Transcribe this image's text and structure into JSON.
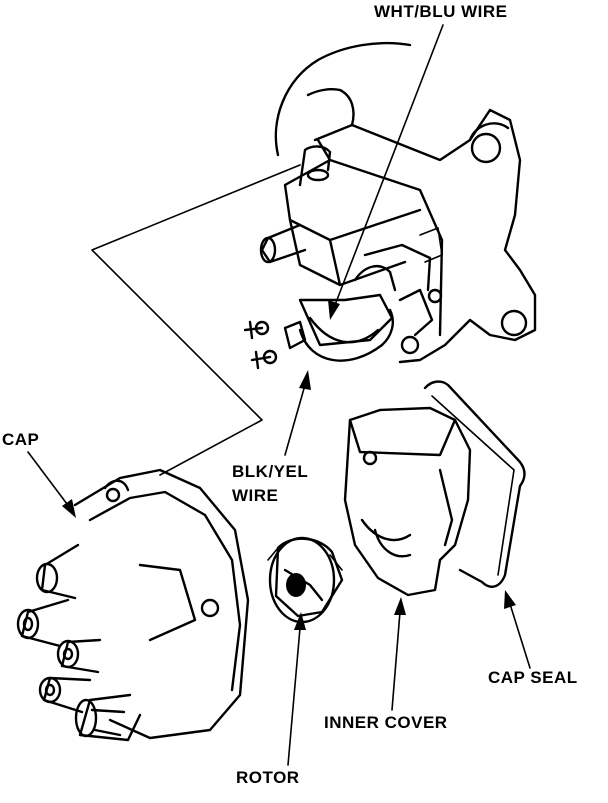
{
  "labels": {
    "wht_blu_wire": "WHT/BLU WIRE",
    "blk_yel_wire_line1": "BLK/YEL",
    "blk_yel_wire_line2": "WIRE",
    "cap": "CAP",
    "cap_seal": "CAP SEAL",
    "inner_cover": "INNER COVER",
    "rotor": "ROTOR"
  }
}
